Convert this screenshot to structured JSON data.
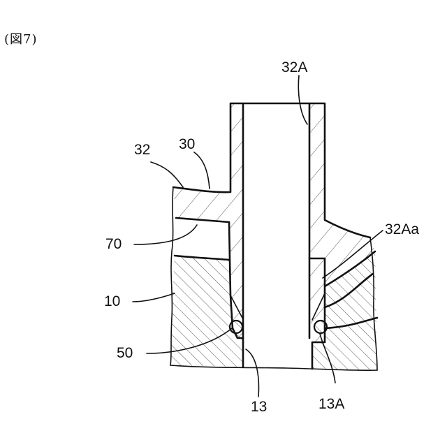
{
  "figure": {
    "caption": "(図7)"
  },
  "labels": {
    "ref_32A": "32A",
    "ref_32": "32",
    "ref_30": "30",
    "ref_32Aa": "32Aa",
    "ref_70": "70",
    "ref_10": "10",
    "ref_50": "50",
    "ref_13": "13",
    "ref_13A": "13A"
  },
  "colors": {
    "line": "#111111",
    "hatch": "#444444",
    "background": "#ffffff"
  }
}
